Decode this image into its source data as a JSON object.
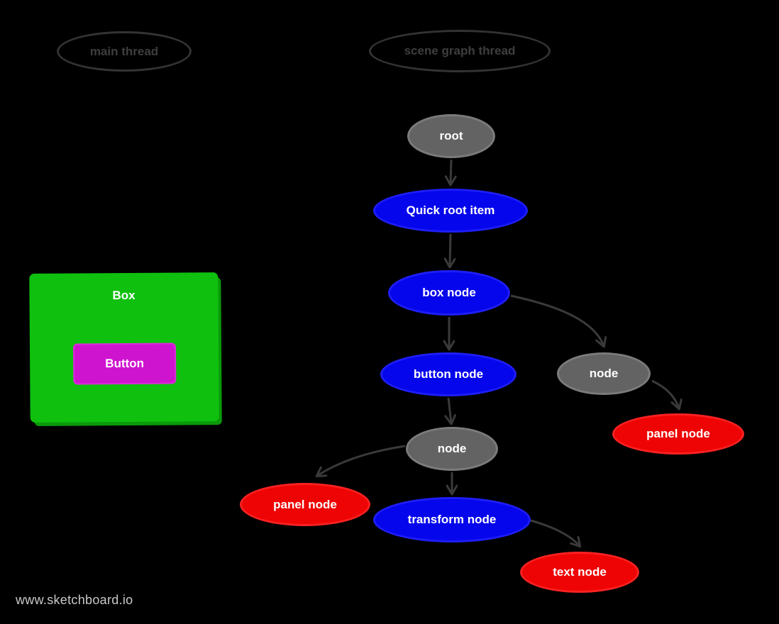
{
  "app": {
    "watermark": "www.sketchboard.io"
  },
  "colors": {
    "background": "#000000",
    "node_blue": "#0606ec",
    "node_gray": "#636363",
    "node_red": "#ee0404",
    "box_green": "#0fc00f",
    "button_magenta": "#cf14cf",
    "edge_gray": "#3a3a3a",
    "thread_outline": "#333333",
    "watermark_gray": "#c9c9c9"
  },
  "threads": {
    "main": {
      "label": "main thread"
    },
    "scene_graph": {
      "label": "scene graph thread"
    }
  },
  "ui_preview": {
    "box_label": "Box",
    "button_label": "Button"
  },
  "nodes": {
    "root": {
      "label": "root",
      "color": "gray"
    },
    "quick_root_item": {
      "label": "Quick root item",
      "color": "blue"
    },
    "box_node": {
      "label": "box node",
      "color": "blue"
    },
    "button_node": {
      "label": "button node",
      "color": "blue"
    },
    "node_a": {
      "label": "node",
      "color": "gray"
    },
    "panel_node_right": {
      "label": "panel node",
      "color": "red"
    },
    "node_b": {
      "label": "node",
      "color": "gray"
    },
    "panel_node_left": {
      "label": "panel node",
      "color": "red"
    },
    "transform_node": {
      "label": "transform node",
      "color": "blue"
    },
    "text_node": {
      "label": "text node",
      "color": "red"
    }
  },
  "edges": [
    {
      "from": "root",
      "to": "quick_root_item"
    },
    {
      "from": "quick_root_item",
      "to": "box_node"
    },
    {
      "from": "box_node",
      "to": "button_node"
    },
    {
      "from": "box_node",
      "to": "node_a"
    },
    {
      "from": "node_a",
      "to": "panel_node_right"
    },
    {
      "from": "button_node",
      "to": "node_b"
    },
    {
      "from": "node_b",
      "to": "panel_node_left"
    },
    {
      "from": "node_b",
      "to": "transform_node"
    },
    {
      "from": "transform_node",
      "to": "text_node"
    }
  ]
}
